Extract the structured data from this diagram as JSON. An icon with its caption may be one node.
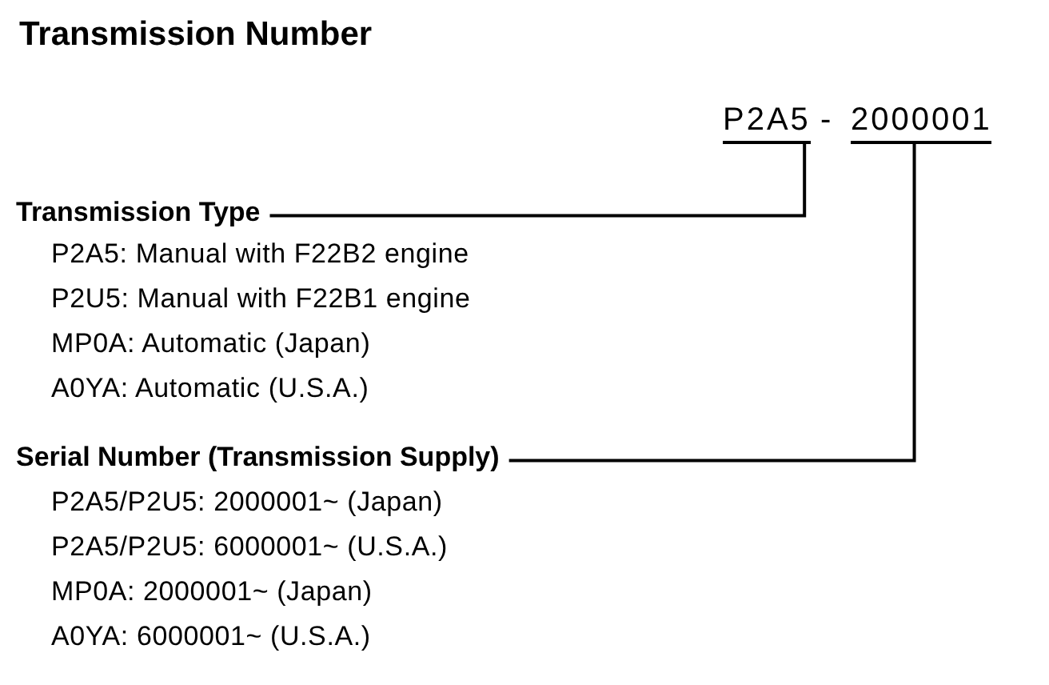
{
  "diagram": {
    "title": "Transmission Number",
    "nodes": [
      {
        "text": [
          "P2A5"
        ]
      },
      {
        "text": [
          "2000001"
        ]
      },
      {
        "text": [
          "Transmission Type"
        ]
      },
      {
        "text": [
          "Serial Number (Transmission Supply)"
        ]
      }
    ],
    "edges": [
      {
        "from": 2,
        "to": 0,
        "arrow": "none"
      },
      {
        "from": 3,
        "to": 1,
        "arrow": "none"
      }
    ],
    "labels": [
      "-",
      "P2A5: Manual with F22B2 engine",
      "P2U5: Manual with F22B1 engine",
      "MP0A: Automatic (Japan)",
      "A0YA: Automatic (U.S.A.)",
      "P2A5/P2U5: 2000001~ (Japan)",
      "P2A5/P2U5: 6000001~ (U.S.A.)",
      "MP0A: 2000001~ (Japan)",
      "A0YA: 6000001~ (U.S.A.)"
    ]
  }
}
